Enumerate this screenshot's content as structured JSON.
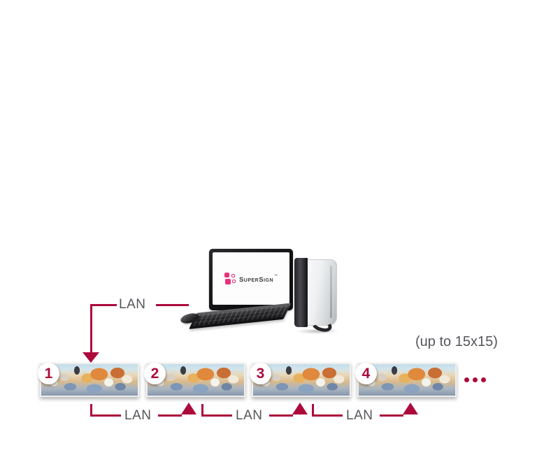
{
  "colors": {
    "accent": "#ad0a3c",
    "text": "#54565a",
    "logo-pink": "#e8317c",
    "logo-text": "#3b3e40"
  },
  "computer": {
    "logo_text": "SuperSign",
    "logo_tm": "™"
  },
  "top_link": {
    "label": "LAN"
  },
  "capacity_note": "(up to 15x15)",
  "displays": [
    {
      "number": "1"
    },
    {
      "number": "2"
    },
    {
      "number": "3"
    },
    {
      "number": "4"
    }
  ],
  "bottom_links": [
    {
      "label": "LAN"
    },
    {
      "label": "LAN"
    },
    {
      "label": "LAN"
    }
  ],
  "ellipsis": {
    "dot_count": 3
  }
}
